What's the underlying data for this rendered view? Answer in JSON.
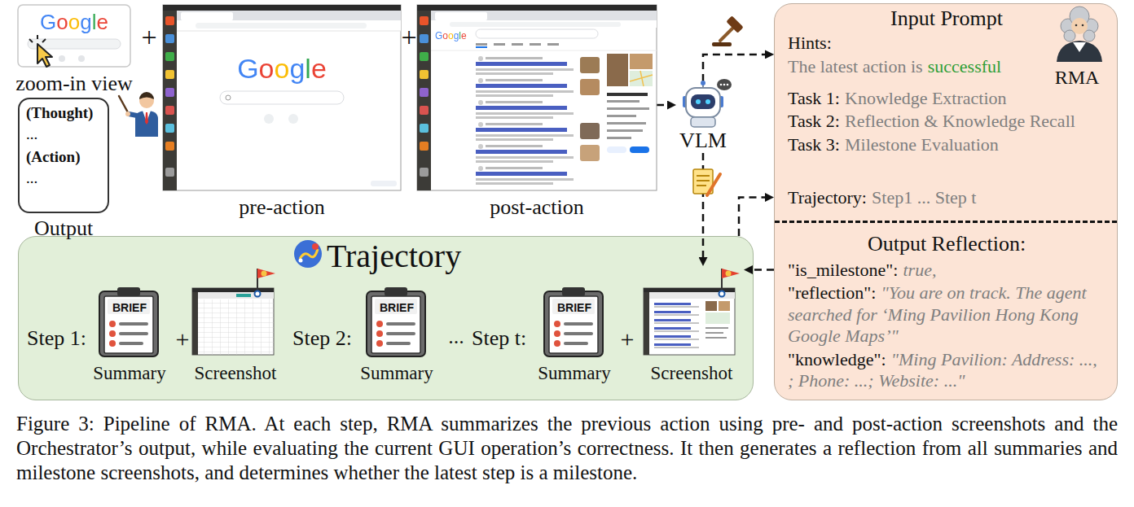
{
  "diagram": {
    "caption": "Figure 3: Pipeline of RMA. At each step, RMA summarizes the previous action using pre- and post-action screenshots and the Orchestrator’s output, while evaluating the current GUI operation’s correctness. It then generates a reflection from all summaries and milestone screenshots, and determines whether the latest step is a milestone.",
    "nodes": [
      {
        "text": [
          "Google",
          "zoom-in view"
        ]
      },
      {
        "text": [
          "(Thought)",
          "...",
          "(Action)",
          "...",
          "Output"
        ]
      },
      {
        "text": [
          "Google",
          "pre-action"
        ]
      },
      {
        "text": [
          "Google",
          "post-action"
        ]
      },
      {
        "text": [
          "VLM"
        ]
      },
      {
        "text": [
          "Input Prompt",
          "RMA",
          "Hints:",
          "The latest action is",
          "successful",
          "Task 1:",
          "Knowledge Extraction",
          "Task 2:",
          "Reflection & Knowledge Recall",
          "Task 3:",
          "Milestone Evaluation",
          "Trajectory:",
          "Step1 ... Step t",
          "Output Reflection:",
          "\"is_milestone\":",
          "true,",
          "\"reflection\":",
          "\"You are on track. The agent searched for ‘Ming Pavilion Hong Kong Google Maps’\"",
          "\"knowledge\":",
          "\"Ming Pavilion: Address: ..., ; Phone: ...; Website: ...\""
        ]
      },
      {
        "text": [
          "Trajectory",
          "Step 1:",
          "+",
          "Step 2:",
          "...",
          "Step t:",
          "+"
        ]
      },
      {
        "text": [
          "BRIEF",
          "Summary"
        ],
        "in": 6
      },
      {
        "text": [
          "Screenshot"
        ],
        "in": 6
      },
      {
        "text": [
          "BRIEF",
          "Summary"
        ],
        "in": 6
      },
      {
        "text": [
          "BRIEF",
          "Summary"
        ],
        "in": 6
      },
      {
        "text": [
          "Screenshot"
        ],
        "in": 6
      }
    ],
    "edges": [
      {
        "from": 3,
        "to": 4,
        "arrow": "to"
      },
      {
        "from": 4,
        "to": 5,
        "arrow": "to"
      },
      {
        "from": 4,
        "to": 11,
        "arrow": "to"
      },
      {
        "from": 6,
        "to": 5,
        "arrow": "to"
      },
      {
        "from": 5,
        "to": 11,
        "arrow": "to"
      }
    ],
    "labels": [
      "+",
      "+"
    ]
  }
}
